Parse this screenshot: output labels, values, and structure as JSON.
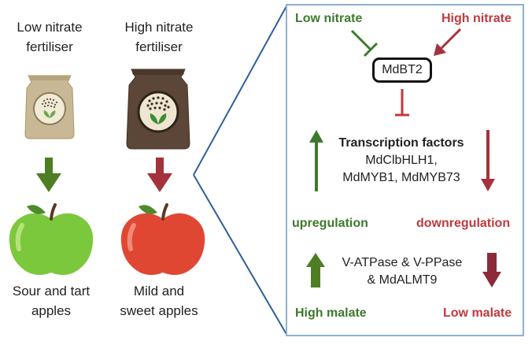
{
  "left": {
    "low": {
      "title_lines": [
        "Low nitrate",
        "fertiliser"
      ],
      "result_lines": [
        "Sour and tart",
        "apples"
      ]
    },
    "high": {
      "title_lines": [
        "High nitrate",
        "fertiliser"
      ],
      "result_lines": [
        "Mild and",
        "sweet apples"
      ]
    }
  },
  "panel": {
    "low_nitrate": "Low nitrate",
    "high_nitrate": "High nitrate",
    "gene": "MdBT2",
    "tf_heading": "Transcription factors",
    "tf_lines": [
      "MdClbHLH1,",
      "MdMYB1, MdMYB73"
    ],
    "upregulation": "upregulation",
    "downregulation": "downregulation",
    "transporter_lines": [
      "V-ATPase & V-PPase",
      "& MdALMT9"
    ],
    "high_malate": "High malate",
    "low_malate": "Low malate"
  },
  "colors": {
    "green": "#3e7a2c",
    "red": "#c0393e",
    "maroon": "#8c2a3a",
    "border_blue": "#8fb0d4"
  }
}
